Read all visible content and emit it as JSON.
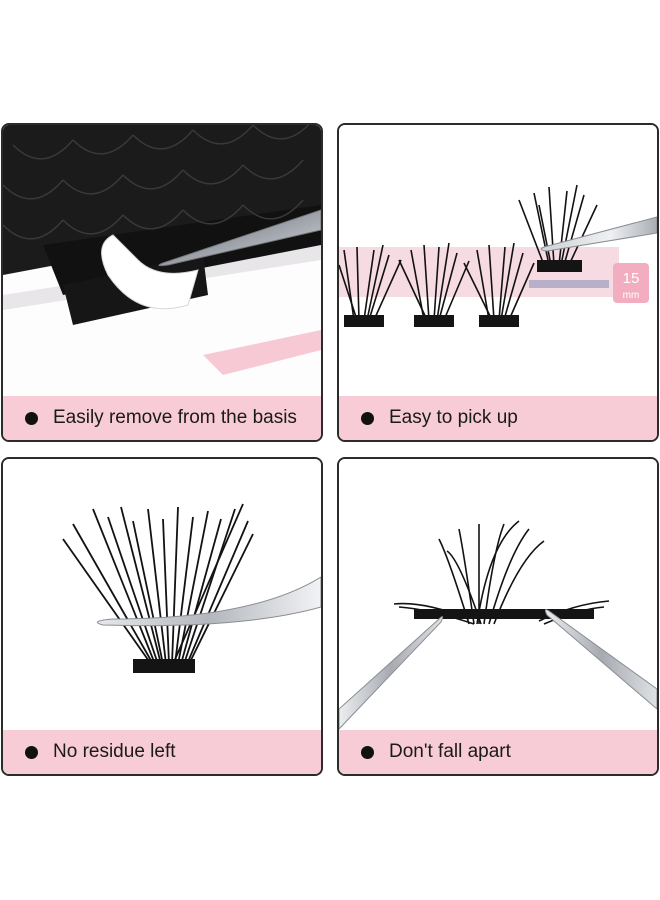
{
  "panels": [
    {
      "caption": "Easily remove from the basis"
    },
    {
      "caption": "Easy to pick up",
      "label_number": "15",
      "label_unit": "mm"
    },
    {
      "caption": "No residue left"
    },
    {
      "caption": "Don't fall apart"
    }
  ],
  "colors": {
    "caption_bg": "#f7ccd6",
    "border": "#2b2b2b",
    "lash": "#141414",
    "tweezer": "#b8bcc2",
    "label_pink": "#f2aec0"
  }
}
